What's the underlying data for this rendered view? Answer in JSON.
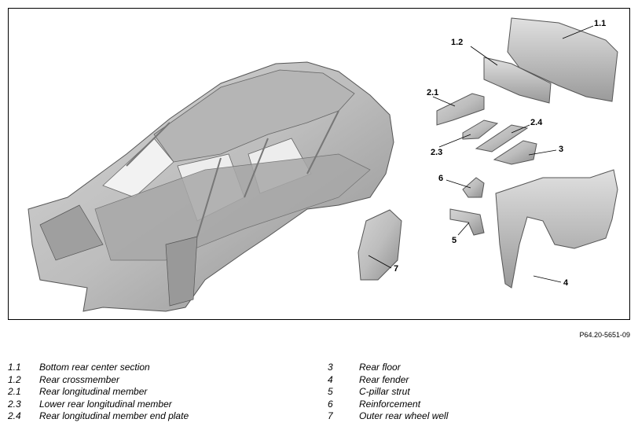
{
  "figure": {
    "reference_code": "P64.20-5651-09",
    "callouts": [
      {
        "id": "1.1"
      },
      {
        "id": "1.2"
      },
      {
        "id": "2.1"
      },
      {
        "id": "2.4"
      },
      {
        "id": "2.3"
      },
      {
        "id": "3"
      },
      {
        "id": "6"
      },
      {
        "id": "5"
      },
      {
        "id": "7"
      },
      {
        "id": "4"
      }
    ]
  },
  "legend": {
    "left": [
      {
        "num": "1.1",
        "label": "Bottom rear center section"
      },
      {
        "num": "1.2",
        "label": "Rear crossmember"
      },
      {
        "num": "2.1",
        "label": "Rear longitudinal member"
      },
      {
        "num": "2.3",
        "label": "Lower rear longitudinal member"
      },
      {
        "num": "2.4",
        "label": "Rear longitudinal member end plate"
      }
    ],
    "right": [
      {
        "num": "3",
        "label": "Rear floor"
      },
      {
        "num": "4",
        "label": "Rear fender"
      },
      {
        "num": "5",
        "label": "C-pillar strut"
      },
      {
        "num": "6",
        "label": "Reinforcement"
      },
      {
        "num": "7",
        "label": "Outer rear wheel well"
      }
    ]
  }
}
